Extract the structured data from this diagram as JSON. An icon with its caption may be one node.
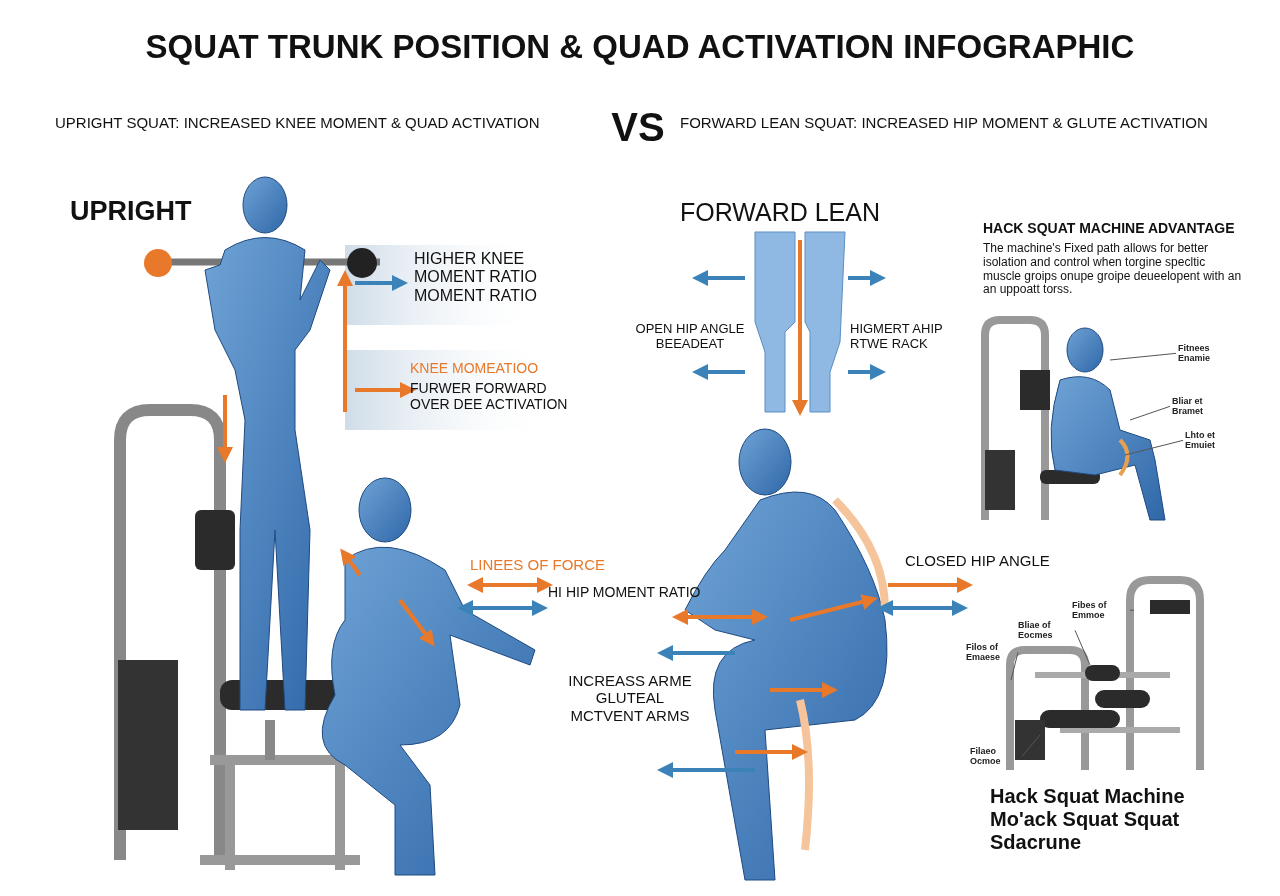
{
  "diagram": {
    "title": "SQUAT TRUNK POSITION & QUAD ACTIVATION INFOGRAPHIC",
    "nodes": [
      {
        "text": [
          "Fitnees Enamie"
        ]
      },
      {
        "text": [
          "Bliar et Bramet"
        ]
      },
      {
        "text": [
          "Lhto et Emuiet"
        ]
      },
      {
        "text": [
          "Fibes of Emmoe"
        ]
      },
      {
        "text": [
          "Bliae of Eocmes"
        ]
      },
      {
        "text": [
          "Filos of Emaese"
        ]
      },
      {
        "text": [
          "Filaeo Ocmoe"
        ]
      }
    ],
    "edges": [
      {
        "from": 0,
        "to": null,
        "arrow": "none"
      },
      {
        "from": 1,
        "to": null,
        "arrow": "none"
      },
      {
        "from": 2,
        "to": null,
        "arrow": "none"
      },
      {
        "from": 3,
        "to": null,
        "arrow": "none"
      },
      {
        "from": 4,
        "to": null,
        "arrow": "none"
      },
      {
        "from": 5,
        "to": null,
        "arrow": "none"
      },
      {
        "from": 6,
        "to": null,
        "arrow": "none"
      }
    ],
    "labels": [
      "UPRIGHT SQUAT: INCREASED KNEE MOMENT & QUAD ACTIVATION",
      "VS",
      "FORWARD LEAN SQUAT: INCREASED HIP MOMENT & GLUTE ACTIVATION",
      "UPRIGHT",
      "FORWARD LEAN",
      "HACK SQUAT MACHINE ADVANTAGE",
      "The machine's Fixed path allows for better isolation and control when torgine specltic muscle groips onupe groipe deueelopent with an an uppoatt torss.",
      "HIGHER KNEE MOMENT RATIO MOMENT RATIO",
      "KNEE MOMEATIOO",
      "FURWER FORWARD OVER DEE ACTIVATION",
      "OPEN HIP ANGLE BEEADEAT",
      "HIGMERT AHIP RTWE RACK",
      "LINEES OF FORCE",
      "CLOSED HIP ANGLE",
      "HI HIP MOMENT RATIO",
      "INCREASS ARME GLUTEAL MCTVENT ARMS",
      "Hack Squat Machine Mo'ack Squat Squat Sdacrune"
    ]
  }
}
